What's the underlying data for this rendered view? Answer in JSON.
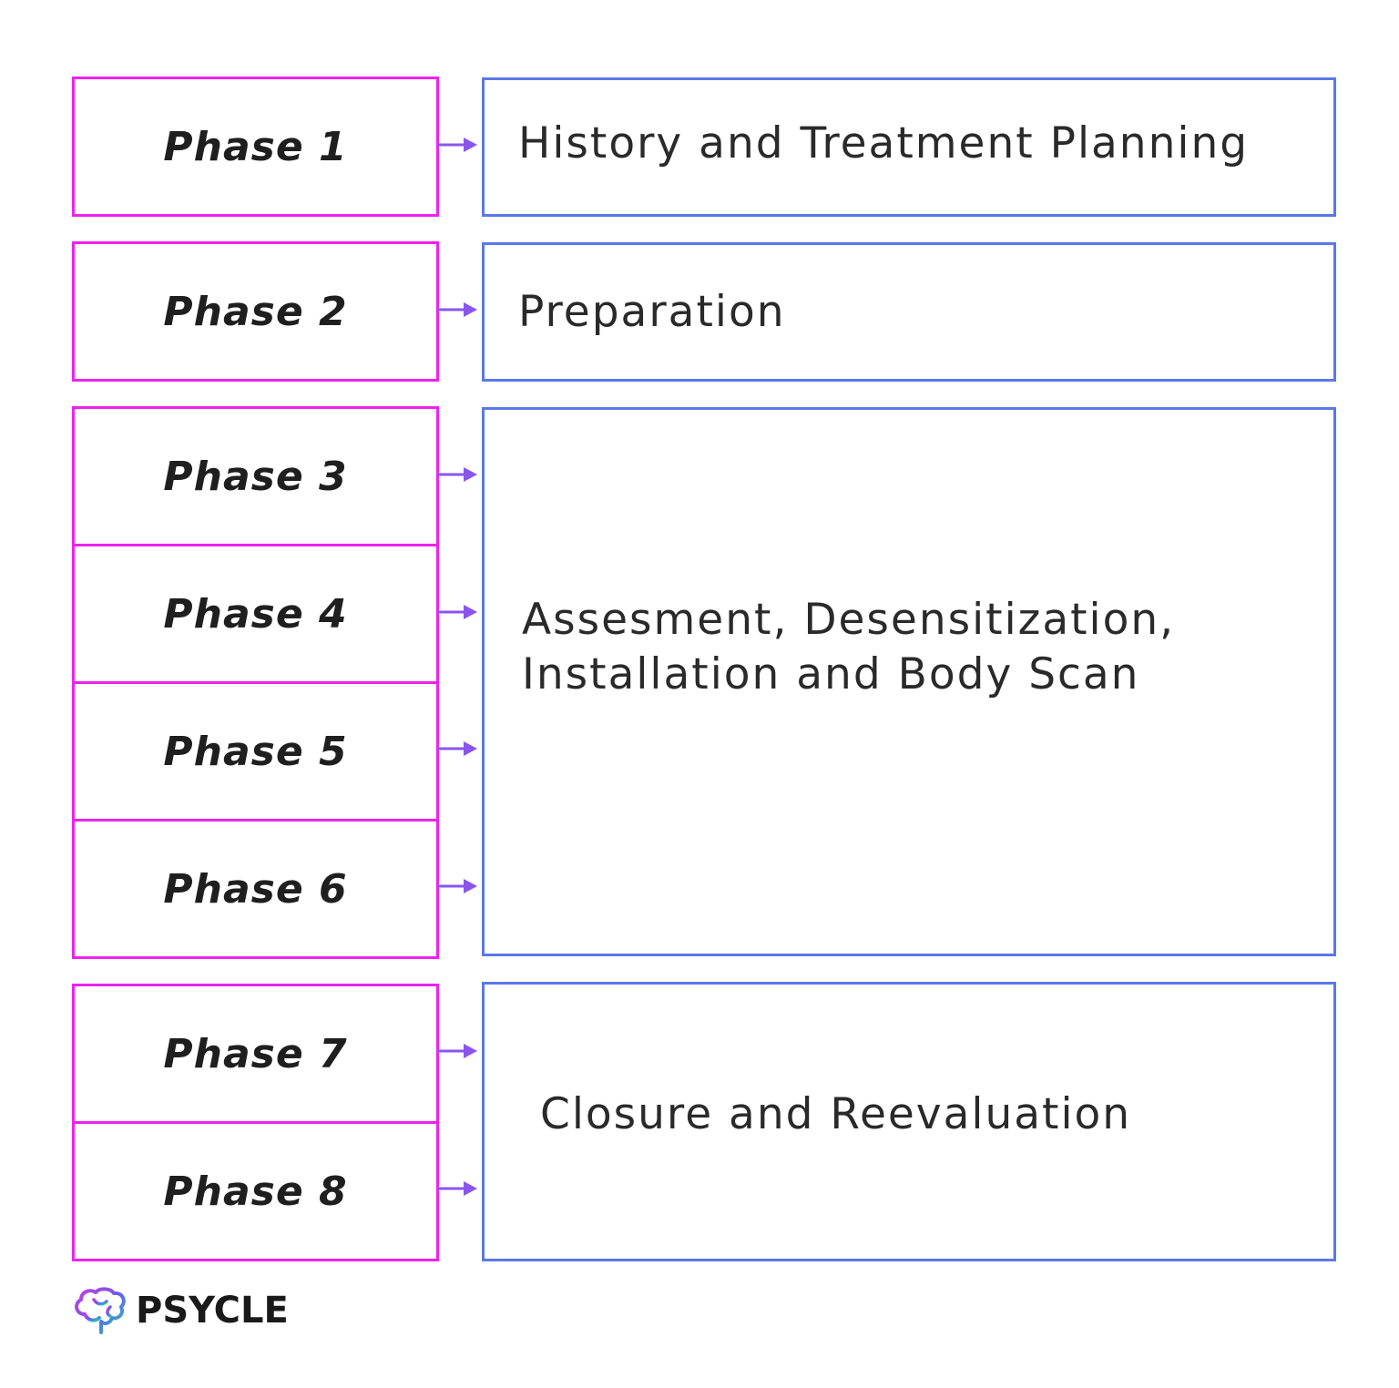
{
  "phases": [
    {
      "label": "Phase 1"
    },
    {
      "label": "Phase 2"
    },
    {
      "label": "Phase 3"
    },
    {
      "label": "Phase 4"
    },
    {
      "label": "Phase 5"
    },
    {
      "label": "Phase 6"
    },
    {
      "label": "Phase 7"
    },
    {
      "label": "Phase 8"
    }
  ],
  "descriptions": [
    {
      "lines": [
        "History and Treatment Planning"
      ]
    },
    {
      "lines": [
        "Preparation"
      ]
    },
    {
      "lines": [
        "Assesment, Desensitization,",
        "Installation and Body Scan"
      ]
    },
    {
      "lines": [
        "Closure and Reevaluation"
      ]
    }
  ],
  "brand": {
    "name": "PSYCLE"
  },
  "colors": {
    "phase_border": "#ee22ee",
    "description_border": "#5a78e8",
    "arrow": "#8a55ee"
  }
}
